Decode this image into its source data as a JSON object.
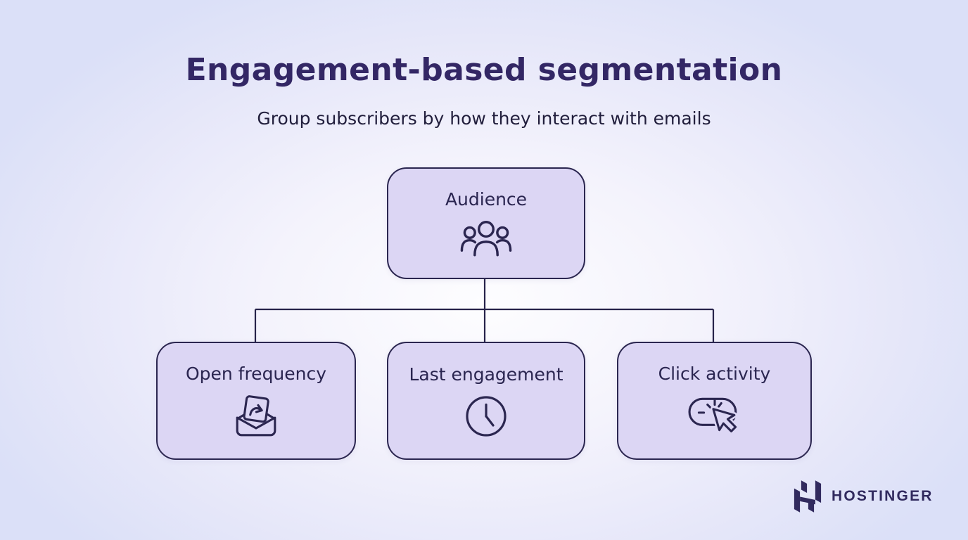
{
  "header": {
    "title": "Engagement-based segmentation",
    "subtitle": "Group subscribers by how they interact with emails"
  },
  "diagram": {
    "root": {
      "label": "Audience",
      "icon": "people-icon"
    },
    "children": [
      {
        "label": "Open frequency",
        "icon": "open-email-icon"
      },
      {
        "label": "Last engagement",
        "icon": "clock-icon"
      },
      {
        "label": "Click activity",
        "icon": "click-cursor-icon"
      }
    ]
  },
  "branding": {
    "name": "HOSTINGER",
    "icon": "hostinger-h-icon"
  },
  "colors": {
    "background_edge": "#dbe0f8",
    "background_center": "#fdfdff",
    "node_fill": "#dcd6f4",
    "node_border": "#2b2650",
    "connector": "#27234a",
    "title_text": "#332765",
    "body_text": "#211e3c",
    "logo": "#312a5e"
  }
}
